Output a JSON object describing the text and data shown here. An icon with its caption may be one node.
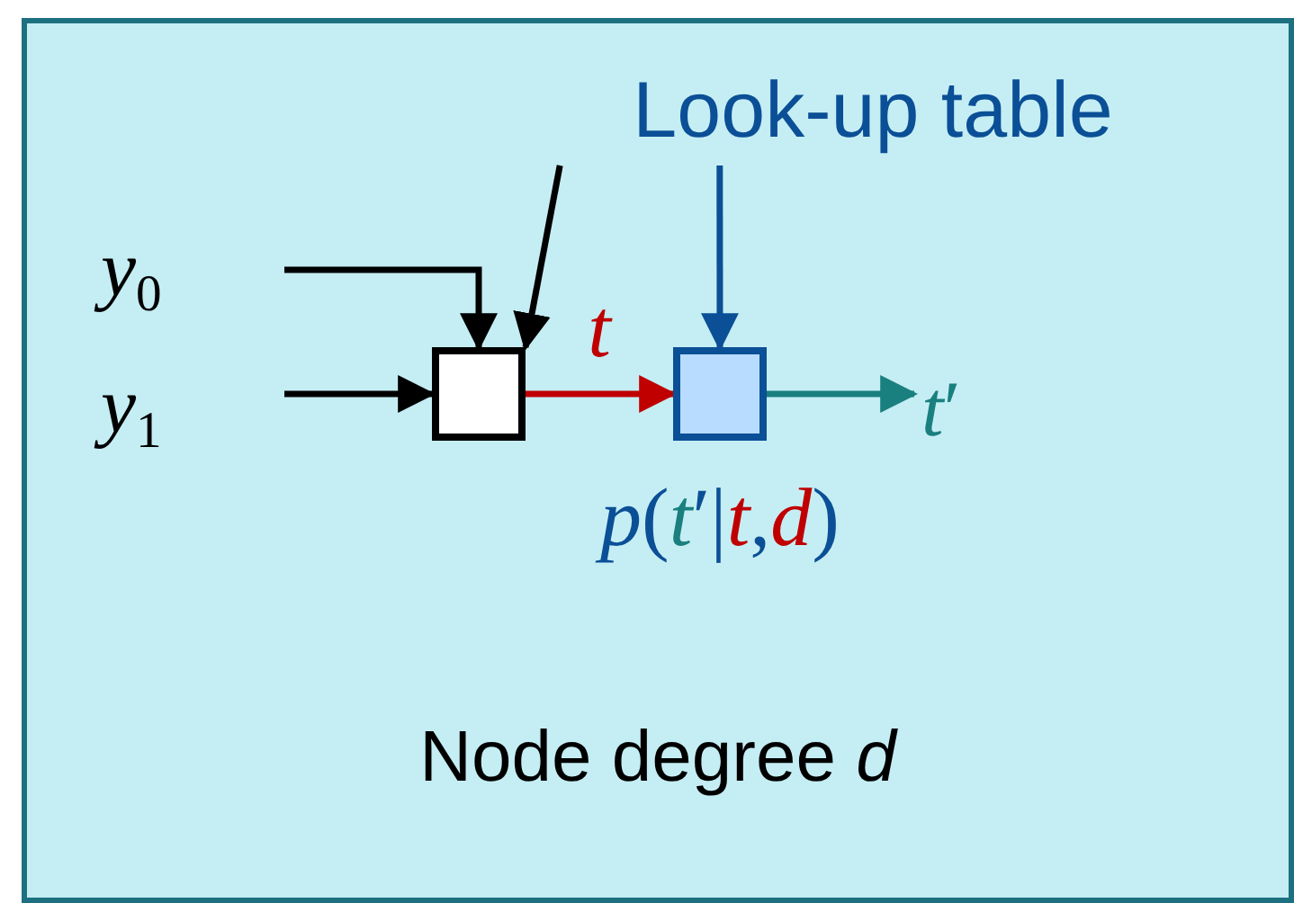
{
  "diagram": {
    "nodes": [
      {
        "text": [
          "Node degree *d*"
        ]
      },
      {
        "text": [
          "*y*$_{0}$"
        ],
        "in": 0
      },
      {
        "text": [
          "*y*$_{1}$"
        ],
        "in": 0
      },
      {
        "text": [],
        "shape": "box",
        "in": 0
      },
      {
        "text": [],
        "shape": "box",
        "in": 0,
        "beside": [
          "*p*(*t*′|*t*,*d*)"
        ]
      },
      {
        "text": [
          "Look-up table"
        ],
        "in": 0
      },
      {
        "text": [
          "*t*′"
        ],
        "in": 0
      }
    ],
    "edges": [
      {
        "from": 1,
        "to": 3,
        "arrow": "to"
      },
      {
        "from": 2,
        "to": 3,
        "arrow": "to"
      },
      {
        "from": 5,
        "to": 3,
        "arrow": "to"
      },
      {
        "from": 5,
        "to": 4,
        "arrow": "to",
        "color": "#0b4f96"
      },
      {
        "from": 3,
        "to": 4,
        "arrow": "to",
        "label": "*t*",
        "color": "#c00000"
      },
      {
        "from": 4,
        "to": 6,
        "arrow": "to",
        "color": "#1a7f7f"
      }
    ]
  }
}
